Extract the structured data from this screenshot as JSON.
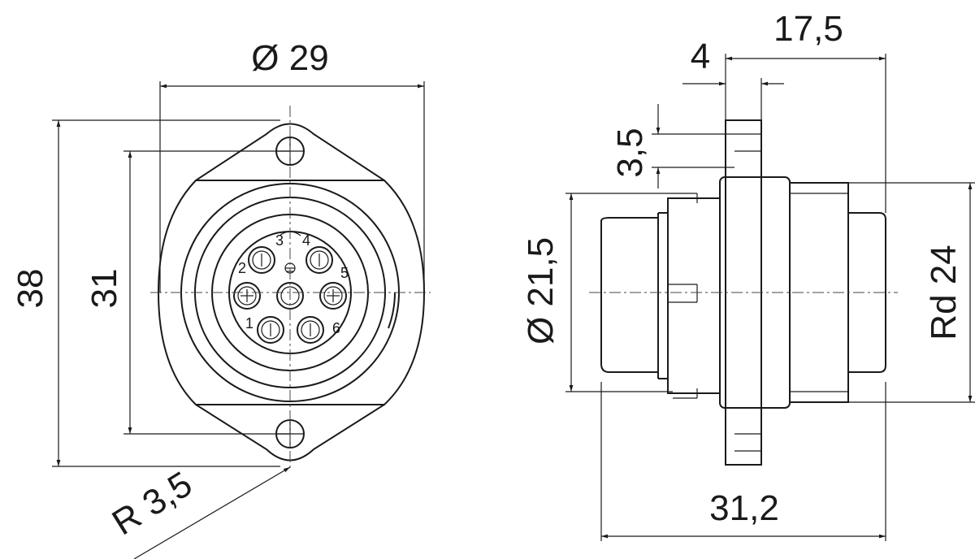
{
  "front_view": {
    "dim_diameter_flange": "Ø 29",
    "dim_height_total": "38",
    "dim_hole_spacing": "31",
    "dim_radius": "R 3,5",
    "pin_labels": [
      "1",
      "2",
      "3",
      "4",
      "5",
      "6"
    ]
  },
  "side_view": {
    "dim_total_length": "31,2",
    "dim_rear_length": "17,5",
    "dim_flange_thickness": "4",
    "dim_hole_slot": "3,5",
    "dim_front_diameter": "Ø 21,5",
    "dim_thread": "Rd 24"
  }
}
